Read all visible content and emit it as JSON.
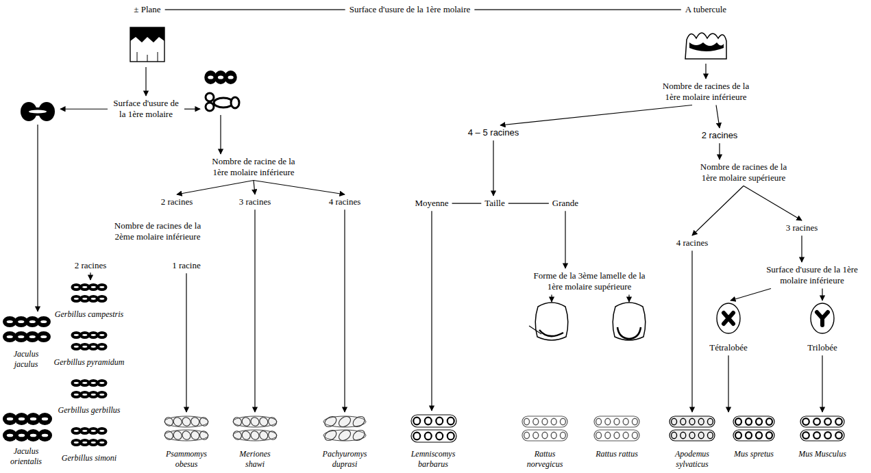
{
  "diagram": {
    "labels": [
      "± Plane",
      "Surface d'usure de la 1ère molaire",
      "A tubercule",
      "Surface d'usure de la 1ère molaire",
      "Nombre de racine de la 1ère molaire inférieure",
      "2 racines",
      "3 racines",
      "4 racines",
      "Nombre de racines de la 2ème molaire inférieure",
      "2 racines",
      "1 racine",
      "Gerbillus campestris",
      "Gerbillus pyramidum",
      "Gerbillus gerbillus",
      "Gerbillus simoni",
      "Jaculus jaculus",
      "Jaculus orientalis",
      "Psammomys obesus",
      "Meriones shawi",
      "Pachyuromys duprasi",
      "Lemniscomys barbarus",
      "Nombre de racines de la 1ère molaire inférieure",
      "4 – 5 racines",
      "2 racines",
      "Nombre de racines de la 1ère molaire supérieure",
      "Moyenne",
      "Taille",
      "Grande",
      "4 racines",
      "3 racines",
      "Forme de la 3ème lamelle de la 1ère molaire supérieure",
      "Surface d'usure de la 1ère molaire inférieure",
      "Tétralobée",
      "Trilobée",
      "Rattus norvegicus",
      "Rattus rattus",
      "Apodemus sylvaticus",
      "Mus spretus",
      "Mus Musculus"
    ]
  }
}
